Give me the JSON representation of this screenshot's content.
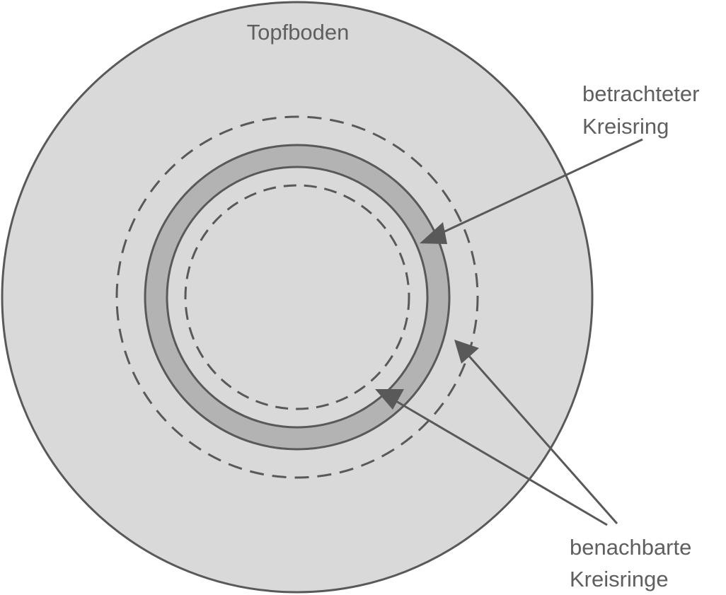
{
  "labels": {
    "pot_bottom": "Topfboden",
    "considered_ring_line1": "betrachteter",
    "considered_ring_line2": "Kreisring",
    "neighbor_rings_line1": "benachbarte",
    "neighbor_rings_line2": "Kreisringe"
  },
  "colors": {
    "pot_fill": "#d9d9d9",
    "ring_fill": "#b3b3b3",
    "stroke": "#595959",
    "text": "#5f5f5f"
  }
}
